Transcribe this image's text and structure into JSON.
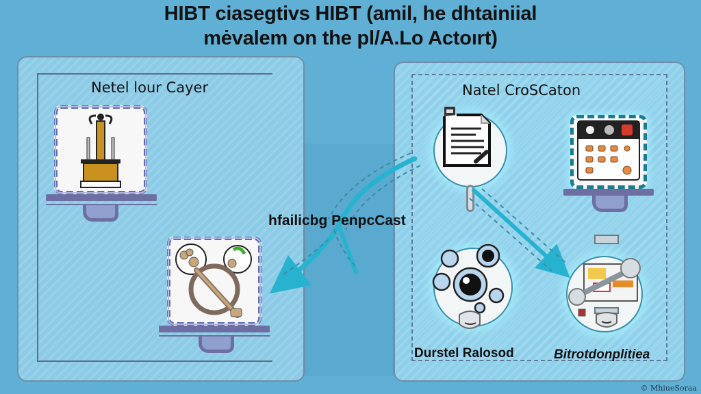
{
  "title": {
    "line1": "HIBT ciasegtivs HIBT (amil, he dhtainiial",
    "line2": "mėvalem on the pl/A.Lo Actoırt)"
  },
  "left_panel": {
    "title": "Netel lour Cayer",
    "items": [
      {
        "icon": "fountain-monument-icon",
        "kind": "monitor-card"
      },
      {
        "icon": "key-no-symbol-icon",
        "kind": "monitor-card"
      }
    ]
  },
  "center": {
    "label": "hfailicbg PenpcCast"
  },
  "right_panel": {
    "title": "Natel CroSCaton",
    "items": [
      {
        "icon": "document-edit-icon",
        "kind": "circle"
      },
      {
        "icon": "control-panel-icon",
        "kind": "monitor-card"
      },
      {
        "icon": "bubbles-robot-icon",
        "kind": "circle",
        "label": "Durstel Ralosod"
      },
      {
        "icon": "robot-arm-screen-icon",
        "kind": "circle",
        "label": "Bitrotdonplitiea"
      }
    ]
  },
  "watermark": "© MhiueSoraa",
  "colors": {
    "background": "#5fb0d4",
    "panel": "#8ccbe6",
    "arrow": "#27b3cf",
    "monitor_stand": "#6d6fa3",
    "gold": "#c9921e"
  }
}
